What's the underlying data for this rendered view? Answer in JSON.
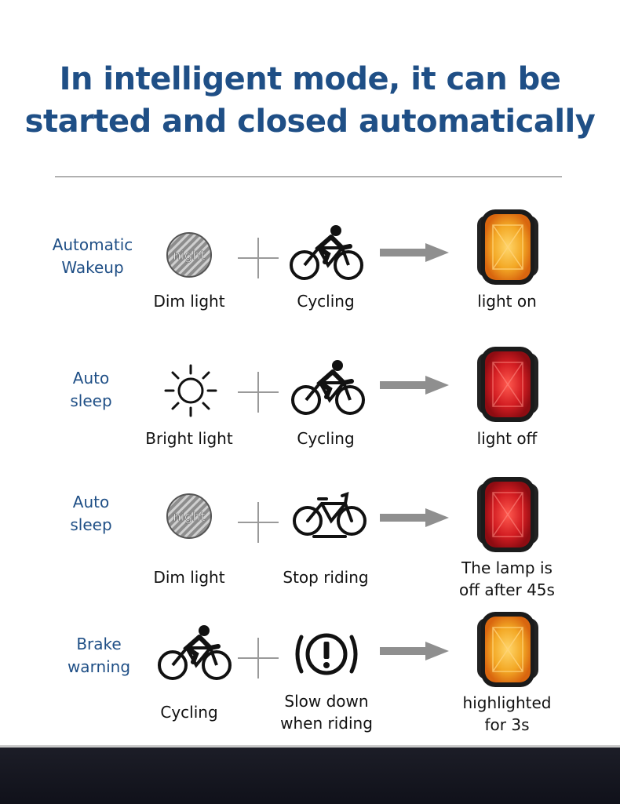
{
  "title": {
    "line1": "In intelligent mode, it can be",
    "line2": "started and closed automatically"
  },
  "rows": [
    {
      "label_line1": "Automatic",
      "label_line2": "Wakeup",
      "cond1_icon": "night-moon-icon",
      "cond1_text": "night",
      "cond1_caption": "Dim light",
      "cond2_icon": "cyclist-icon",
      "cond2_caption": "Cycling",
      "result_icon": "tail-light-icon",
      "result_color": "#f0a020",
      "result_line1": "light on",
      "result_line2": ""
    },
    {
      "label_line1": "Auto",
      "label_line2": "sleep",
      "cond1_icon": "sun-icon",
      "cond1_caption": "Bright light",
      "cond2_icon": "cyclist-icon",
      "cond2_caption": "Cycling",
      "result_icon": "tail-light-icon",
      "result_color": "#d81a1f",
      "result_line1": "light off",
      "result_line2": ""
    },
    {
      "label_line1": "Auto",
      "label_line2": "sleep",
      "cond1_icon": "night-moon-icon",
      "cond1_text": "night",
      "cond1_caption": "Dim light",
      "cond2_icon": "parked-bicycle-icon",
      "cond2_caption": "Stop riding",
      "result_icon": "tail-light-icon",
      "result_color": "#d81a1f",
      "result_line1": "The lamp is",
      "result_line2": "off after 45s"
    },
    {
      "label_line1": "Brake",
      "label_line2": "warning",
      "cond1_icon": "cyclist-icon",
      "cond1_caption": "Cycling",
      "cond2_icon": "brake-warning-icon",
      "cond2_caption_line1": "Slow down",
      "cond2_caption_line2": "when riding",
      "result_icon": "tail-light-icon",
      "result_color": "#f0a020",
      "result_line1": "highlighted",
      "result_line2": "for 3s"
    }
  ]
}
